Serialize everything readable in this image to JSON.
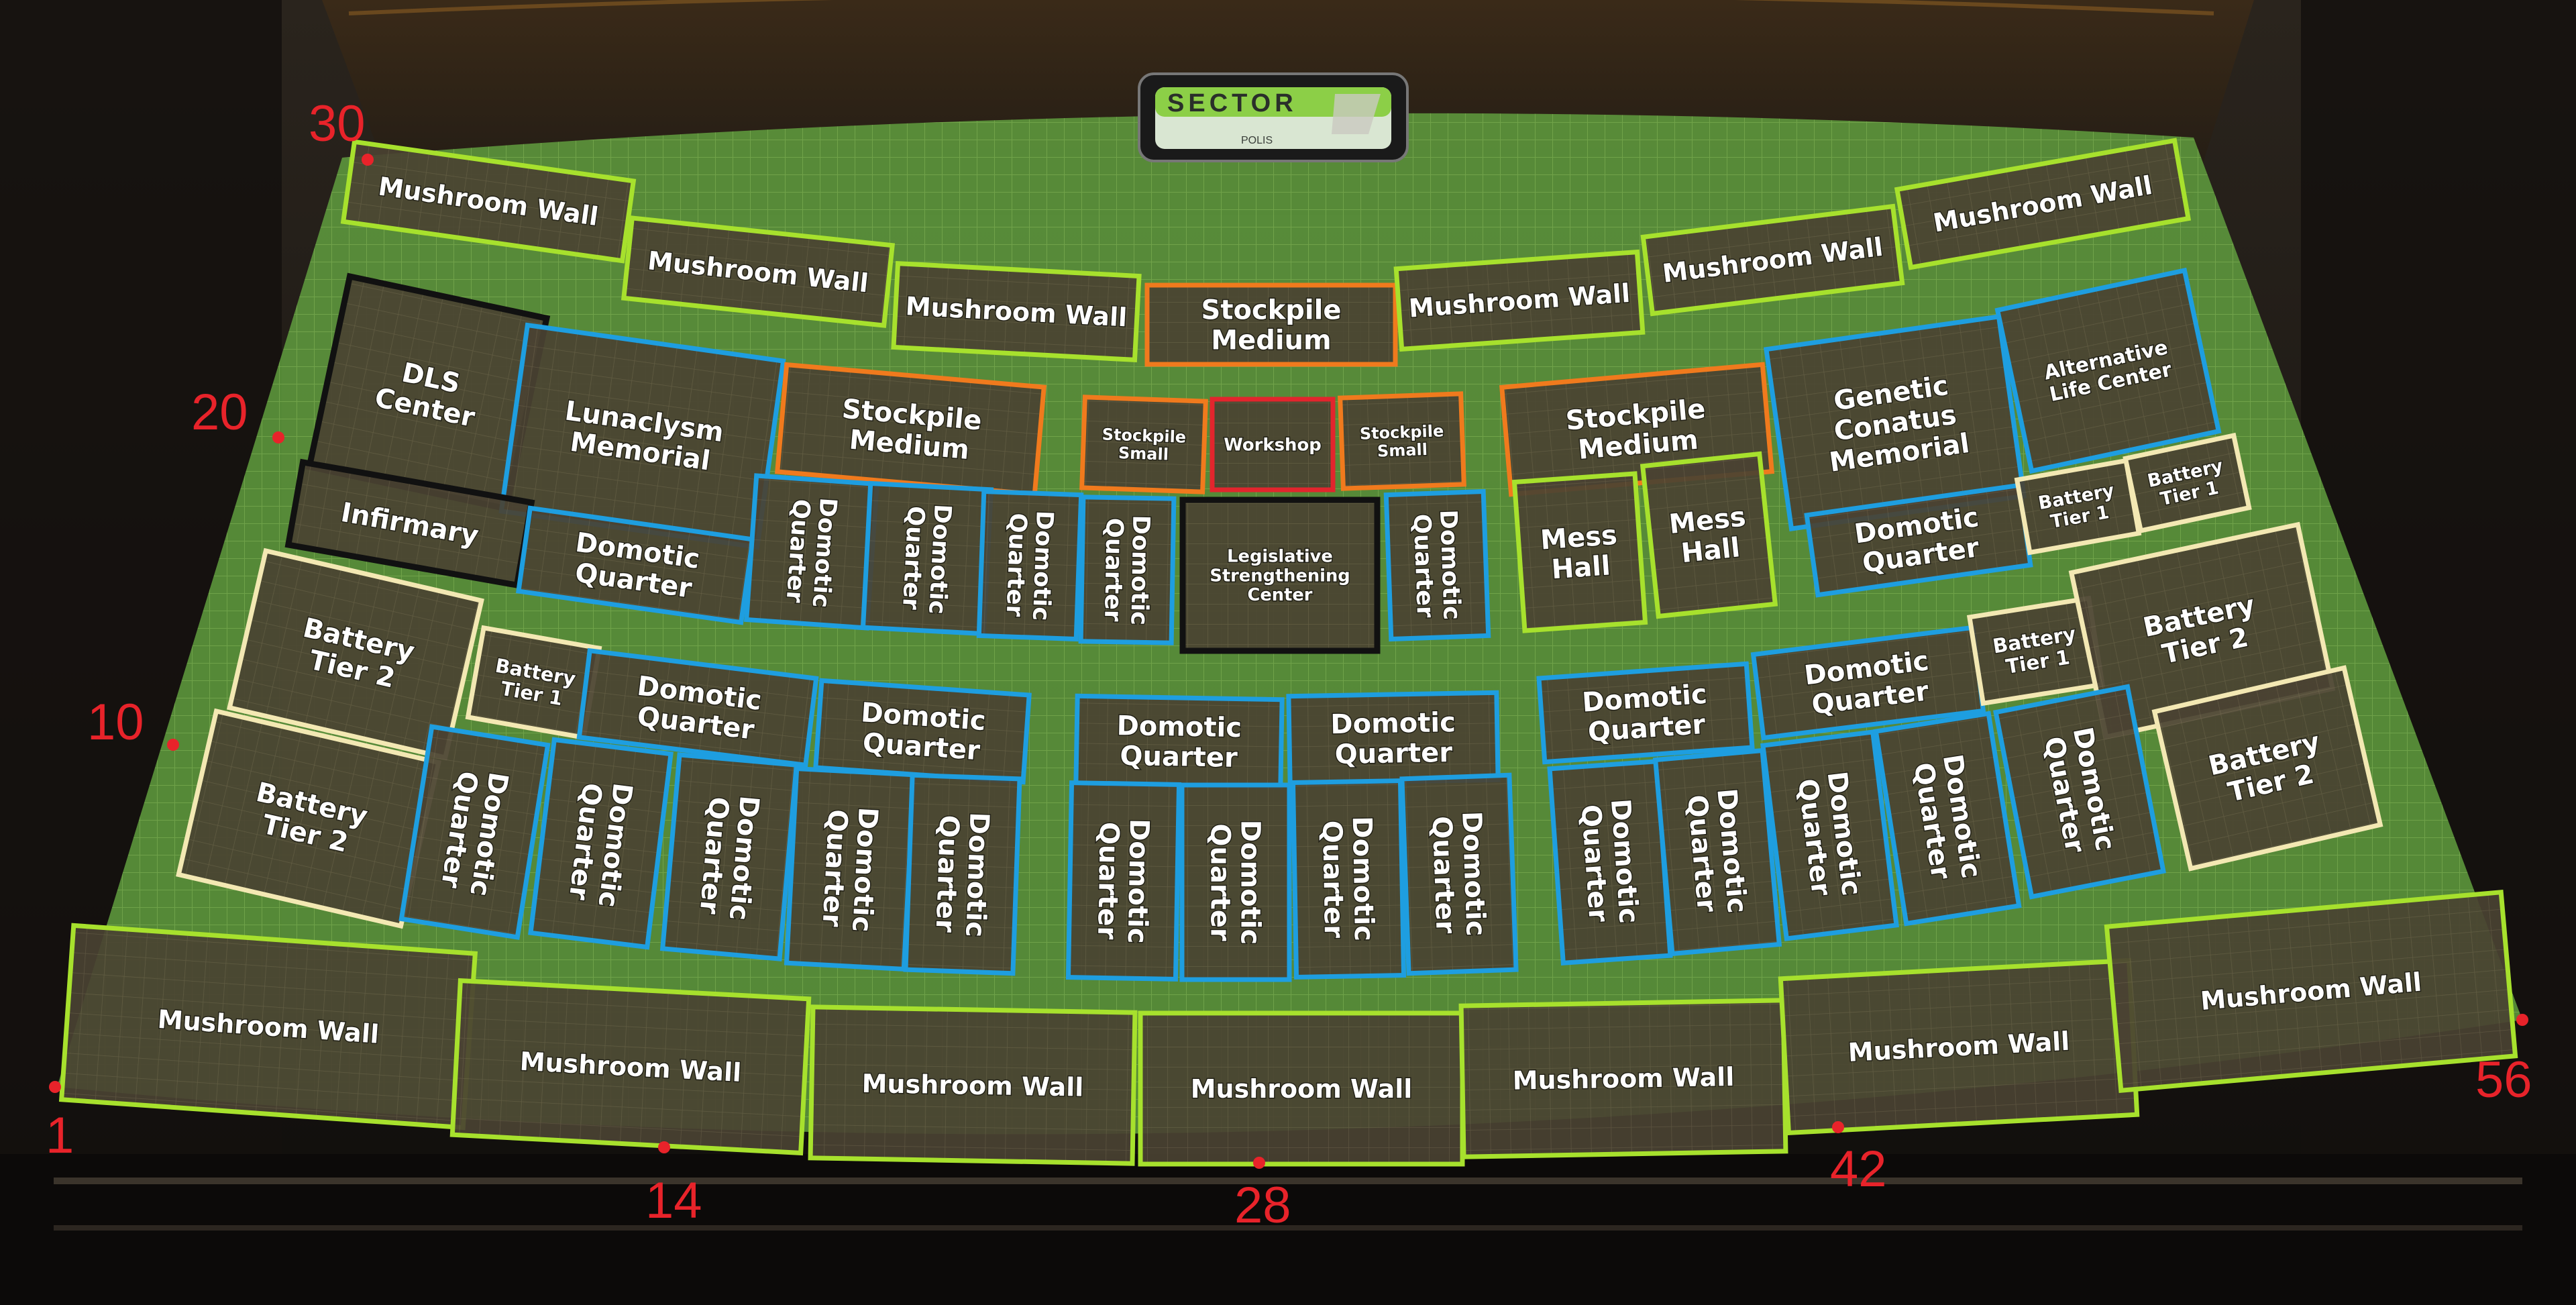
{
  "sign": {
    "title": "SECTOR",
    "subtitle": "POLIS"
  },
  "colors": {
    "mushroom_wall": "#a7e12d",
    "stockpile": "#f07a1d",
    "workshop": "#e2252d",
    "domotic_quarter": "#1e9ee0",
    "battery": "#f3e8b3",
    "center": "#111111",
    "marker": "#e8232a",
    "floor": "#6aa246"
  },
  "markers": [
    "1",
    "10",
    "14",
    "20",
    "28",
    "30",
    "42",
    "56"
  ],
  "modules": [
    {
      "name": "mushroom-wall",
      "type": "mushroom_wall",
      "lines": [
        "Mushroom Wall"
      ]
    },
    {
      "name": "mushroom-wall",
      "type": "mushroom_wall",
      "lines": [
        "Mushroom Wall"
      ]
    },
    {
      "name": "mushroom-wall",
      "type": "mushroom_wall",
      "lines": [
        "Mushroom Wall"
      ]
    },
    {
      "name": "stockpile-medium",
      "type": "stockpile",
      "lines": [
        "Stockpile",
        "Medium"
      ]
    },
    {
      "name": "mushroom-wall",
      "type": "mushroom_wall",
      "lines": [
        "Mushroom Wall"
      ]
    },
    {
      "name": "mushroom-wall",
      "type": "mushroom_wall",
      "lines": [
        "Mushroom Wall"
      ]
    },
    {
      "name": "mushroom-wall",
      "type": "mushroom_wall",
      "lines": [
        "Mushroom Wall"
      ]
    },
    {
      "name": "dls-center",
      "type": "center",
      "lines": [
        "DLS",
        "Center"
      ]
    },
    {
      "name": "lunaclysm-memorial",
      "type": "domotic",
      "lines": [
        "Lunaclysm",
        "Memorial"
      ]
    },
    {
      "name": "stockpile-medium",
      "type": "stockpile",
      "lines": [
        "Stockpile",
        "Medium"
      ]
    },
    {
      "name": "stockpile-small",
      "type": "stockpile",
      "lines": [
        "Stockpile",
        "Small"
      ]
    },
    {
      "name": "workshop",
      "type": "workshop",
      "lines": [
        "Workshop"
      ]
    },
    {
      "name": "stockpile-small",
      "type": "stockpile",
      "lines": [
        "Stockpile",
        "Small"
      ]
    },
    {
      "name": "stockpile-medium",
      "type": "stockpile",
      "lines": [
        "Stockpile",
        "Medium"
      ]
    },
    {
      "name": "genetic-conatus-memorial",
      "type": "domotic",
      "lines": [
        "Genetic",
        "Conatus",
        "Memorial"
      ]
    },
    {
      "name": "alternative-life-center",
      "type": "domotic",
      "lines": [
        "Alternative",
        "Life Center"
      ]
    },
    {
      "name": "infirmary",
      "type": "center",
      "lines": [
        "Infirmary"
      ]
    },
    {
      "name": "domotic-quarter",
      "type": "domotic",
      "lines": [
        "Domotic",
        "Quarter"
      ]
    },
    {
      "name": "domotic-quarter",
      "type": "domotic",
      "lines": [
        "Domotic",
        "Quarter"
      ]
    },
    {
      "name": "domotic-quarter",
      "type": "domotic",
      "lines": [
        "Domotic",
        "Quarter"
      ]
    },
    {
      "name": "domotic-quarter",
      "type": "domotic",
      "lines": [
        "Domotic",
        "Quarter"
      ]
    },
    {
      "name": "domotic-quarter",
      "type": "domotic",
      "lines": [
        "Domotic",
        "Quarter"
      ]
    },
    {
      "name": "legislative-strengthening-center",
      "type": "center",
      "lines": [
        "Legislative",
        "Strengthening",
        "Center"
      ]
    },
    {
      "name": "domotic-quarter",
      "type": "domotic",
      "lines": [
        "Domotic",
        "Quarter"
      ]
    },
    {
      "name": "mess-hall",
      "type": "mushroom_wall",
      "lines": [
        "Mess",
        "Hall"
      ]
    },
    {
      "name": "mess-hall",
      "type": "mushroom_wall",
      "lines": [
        "Mess",
        "Hall"
      ]
    },
    {
      "name": "domotic-quarter",
      "type": "domotic",
      "lines": [
        "Domotic",
        "Quarter"
      ]
    },
    {
      "name": "battery-tier-1",
      "type": "battery",
      "lines": [
        "Battery",
        "Tier 1"
      ]
    },
    {
      "name": "battery-tier-1",
      "type": "battery",
      "lines": [
        "Battery",
        "Tier 1"
      ]
    },
    {
      "name": "battery-tier-2",
      "type": "battery",
      "lines": [
        "Battery",
        "Tier 2"
      ]
    },
    {
      "name": "battery-tier-1",
      "type": "battery",
      "lines": [
        "Battery",
        "Tier 1"
      ]
    },
    {
      "name": "domotic-quarter",
      "type": "domotic",
      "lines": [
        "Domotic",
        "Quarter"
      ]
    },
    {
      "name": "domotic-quarter",
      "type": "domotic",
      "lines": [
        "Domotic",
        "Quarter"
      ]
    },
    {
      "name": "domotic-quarter",
      "type": "domotic",
      "lines": [
        "Domotic",
        "Quarter"
      ]
    },
    {
      "name": "domotic-quarter",
      "type": "domotic",
      "lines": [
        "Domotic",
        "Quarter"
      ]
    },
    {
      "name": "domotic-quarter",
      "type": "domotic",
      "lines": [
        "Domotic",
        "Quarter"
      ]
    },
    {
      "name": "domotic-quarter",
      "type": "domotic",
      "lines": [
        "Domotic",
        "Quarter"
      ]
    },
    {
      "name": "battery-tier-1",
      "type": "battery",
      "lines": [
        "Battery",
        "Tier 1"
      ]
    },
    {
      "name": "battery-tier-2",
      "type": "battery",
      "lines": [
        "Battery",
        "Tier 2"
      ]
    },
    {
      "name": "battery-tier-2",
      "type": "battery",
      "lines": [
        "Battery",
        "Tier 2"
      ]
    },
    {
      "name": "domotic-quarter",
      "type": "domotic",
      "lines": [
        "Domotic",
        "Quarter"
      ]
    },
    {
      "name": "domotic-quarter",
      "type": "domotic",
      "lines": [
        "Domotic",
        "Quarter"
      ]
    },
    {
      "name": "domotic-quarter",
      "type": "domotic",
      "lines": [
        "Domotic",
        "Quarter"
      ]
    },
    {
      "name": "domotic-quarter",
      "type": "domotic",
      "lines": [
        "Domotic",
        "Quarter"
      ]
    },
    {
      "name": "domotic-quarter",
      "type": "domotic",
      "lines": [
        "Domotic",
        "Quarter"
      ]
    },
    {
      "name": "domotic-quarter",
      "type": "domotic",
      "lines": [
        "Domotic",
        "Quarter"
      ]
    },
    {
      "name": "domotic-quarter",
      "type": "domotic",
      "lines": [
        "Domotic",
        "Quarter"
      ]
    },
    {
      "name": "domotic-quarter",
      "type": "domotic",
      "lines": [
        "Domotic",
        "Quarter"
      ]
    },
    {
      "name": "domotic-quarter",
      "type": "domotic",
      "lines": [
        "Domotic",
        "Quarter"
      ]
    },
    {
      "name": "domotic-quarter",
      "type": "domotic",
      "lines": [
        "Domotic",
        "Quarter"
      ]
    },
    {
      "name": "domotic-quarter",
      "type": "domotic",
      "lines": [
        "Domotic",
        "Quarter"
      ]
    },
    {
      "name": "domotic-quarter",
      "type": "domotic",
      "lines": [
        "Domotic",
        "Quarter"
      ]
    },
    {
      "name": "domotic-quarter",
      "type": "domotic",
      "lines": [
        "Domotic",
        "Quarter"
      ]
    },
    {
      "name": "domotic-quarter",
      "type": "domotic",
      "lines": [
        "Domotic",
        "Quarter"
      ]
    },
    {
      "name": "battery-tier-2",
      "type": "battery",
      "lines": [
        "Battery",
        "Tier 2"
      ]
    },
    {
      "name": "mushroom-wall",
      "type": "mushroom_wall",
      "lines": [
        "Mushroom Wall"
      ]
    },
    {
      "name": "mushroom-wall",
      "type": "mushroom_wall",
      "lines": [
        "Mushroom Wall"
      ]
    },
    {
      "name": "mushroom-wall",
      "type": "mushroom_wall",
      "lines": [
        "Mushroom Wall"
      ]
    },
    {
      "name": "mushroom-wall",
      "type": "mushroom_wall",
      "lines": [
        "Mushroom Wall"
      ]
    },
    {
      "name": "mushroom-wall",
      "type": "mushroom_wall",
      "lines": [
        "Mushroom Wall"
      ]
    },
    {
      "name": "mushroom-wall",
      "type": "mushroom_wall",
      "lines": [
        "Mushroom Wall"
      ]
    },
    {
      "name": "mushroom-wall",
      "type": "mushroom_wall",
      "lines": [
        "Mushroom Wall"
      ]
    }
  ]
}
